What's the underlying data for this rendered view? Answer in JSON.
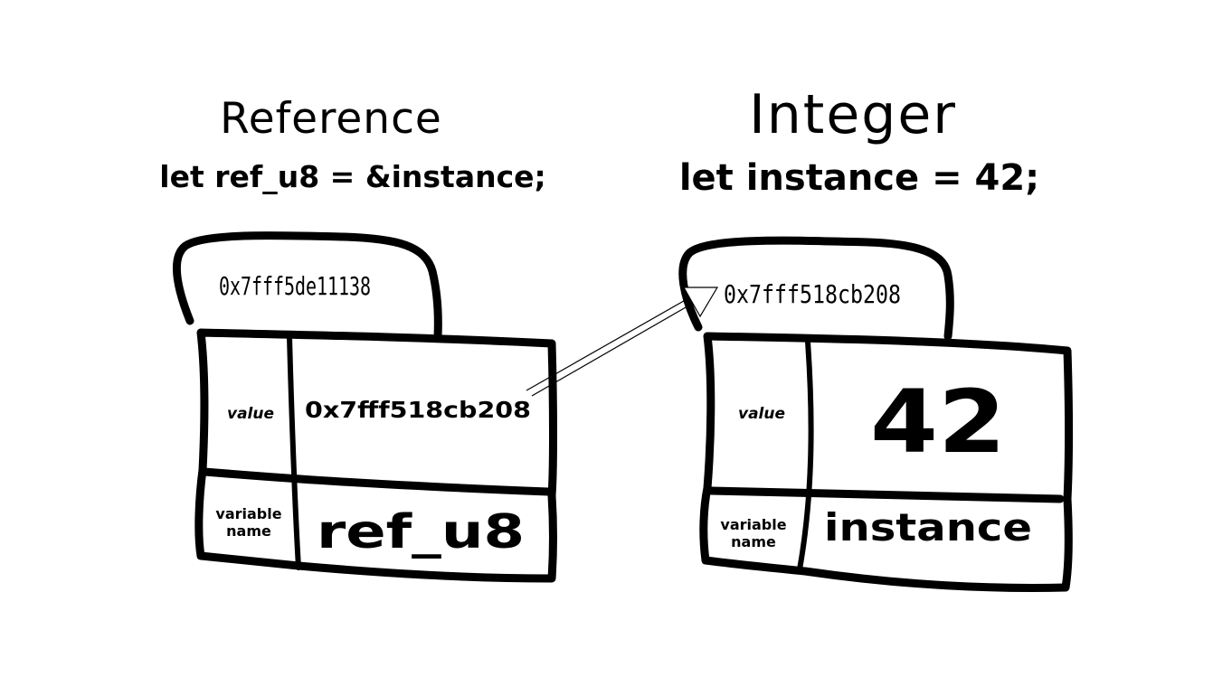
{
  "left": {
    "title": "Reference",
    "code": "let ref_u8 = &instance;",
    "address": "0x7fff5de11138",
    "value_label": "value",
    "value": "0x7fff518cb208",
    "name_label_line1": "variable",
    "name_label_line2": "name",
    "name": "ref_u8"
  },
  "right": {
    "title": "Integer",
    "code": "let instance = 42;",
    "address": "0x7fff518cb208",
    "value_label": "value",
    "value": "42",
    "name_label_line1": "variable",
    "name_label_line2": "name",
    "name": "instance"
  }
}
